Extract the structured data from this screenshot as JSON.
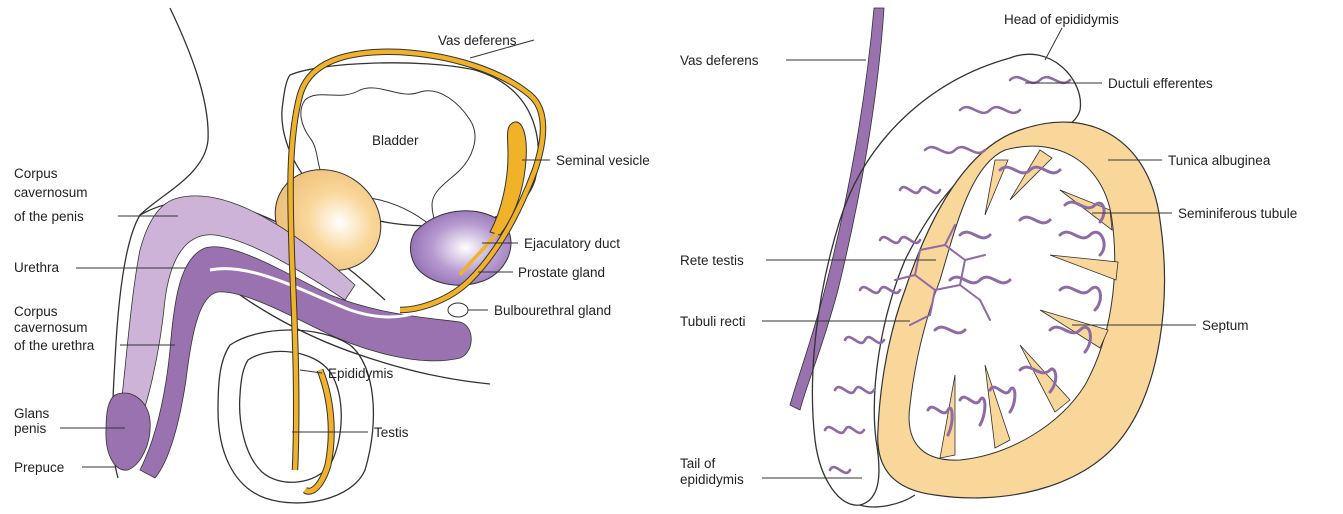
{
  "colors": {
    "purple_dark": "#9a72b0",
    "purple_light": "#cdb3d8",
    "purple_tubule": "#8e6aa6",
    "yellow": "#f0b228",
    "tan": "#f9d79a",
    "tan_light": "#fbe3b6",
    "outline": "#333333"
  },
  "left_panel": {
    "labels": {
      "vas_deferens": "Vas deferens",
      "bladder": "Bladder",
      "seminal_vesicle": "Seminal vesicle",
      "corpus_cavernosum_penis": [
        "Corpus",
        "cavernosum",
        "of the penis"
      ],
      "ejaculatory_duct": "Ejaculatory duct",
      "urethra": "Urethra",
      "prostate_gland": "Prostate gland",
      "bulbourethral_gland": "Bulbourethral gland",
      "corpus_cavernosum_urethra": [
        "Corpus",
        "cavernosum",
        "of the urethra"
      ],
      "epididymis": "Epididymis",
      "glans_penis": [
        "Glans",
        "penis"
      ],
      "testis": "Testis",
      "prepuce": "Prepuce"
    }
  },
  "right_panel": {
    "labels": {
      "head_of_epididymis": "Head of epididymis",
      "vas_deferens": "Vas deferens",
      "ductuli_efferentes": "Ductuli efferentes",
      "tunica_albuginea": "Tunica albuginea",
      "seminiferous_tubule": "Seminiferous tubule",
      "rete_testis": "Rete testis",
      "tubuli_recti": "Tubuli recti",
      "septum": "Septum",
      "tail_of_epididymis": [
        "Tail of",
        "epididymis"
      ]
    }
  }
}
